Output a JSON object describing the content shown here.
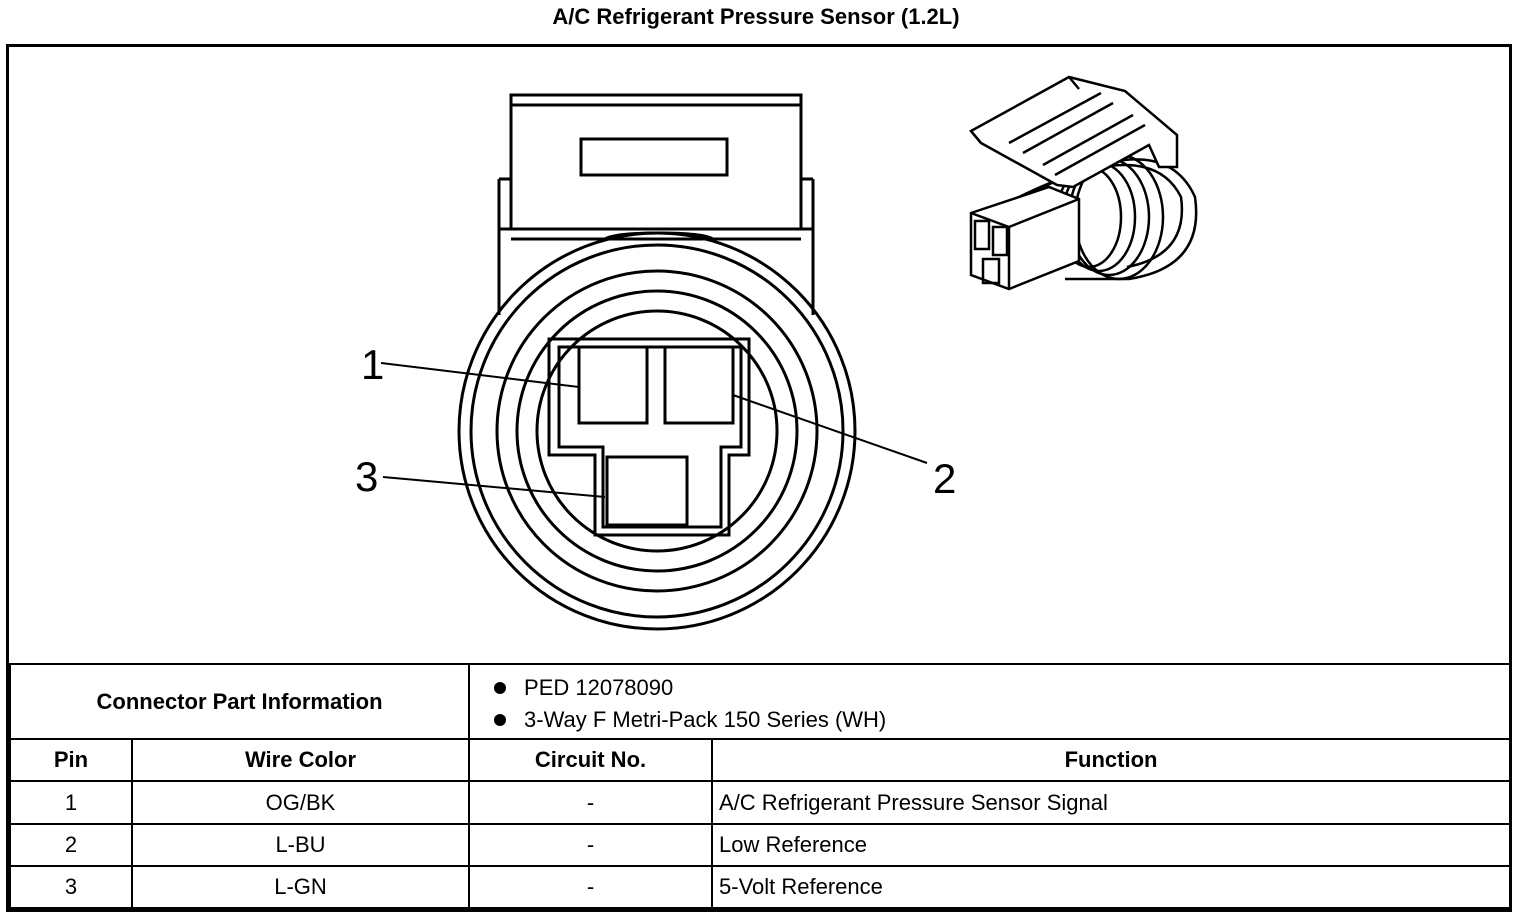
{
  "title": "A/C Refrigerant Pressure Sensor (1.2L)",
  "callouts": [
    "1",
    "2",
    "3"
  ],
  "connector_part_information": {
    "label": "Connector Part Information",
    "items": [
      "PED 12078090",
      "3-Way F Metri-Pack 150 Series (WH)"
    ]
  },
  "table": {
    "headers": [
      "Pin",
      "Wire Color",
      "Circuit No.",
      "Function"
    ],
    "rows": [
      [
        "1",
        "OG/BK",
        "-",
        "A/C Refrigerant Pressure Sensor Signal"
      ],
      [
        "2",
        "L-BU",
        "-",
        "Low Reference"
      ],
      [
        "3",
        "L-GN",
        "-",
        "5-Volt Reference"
      ]
    ]
  }
}
